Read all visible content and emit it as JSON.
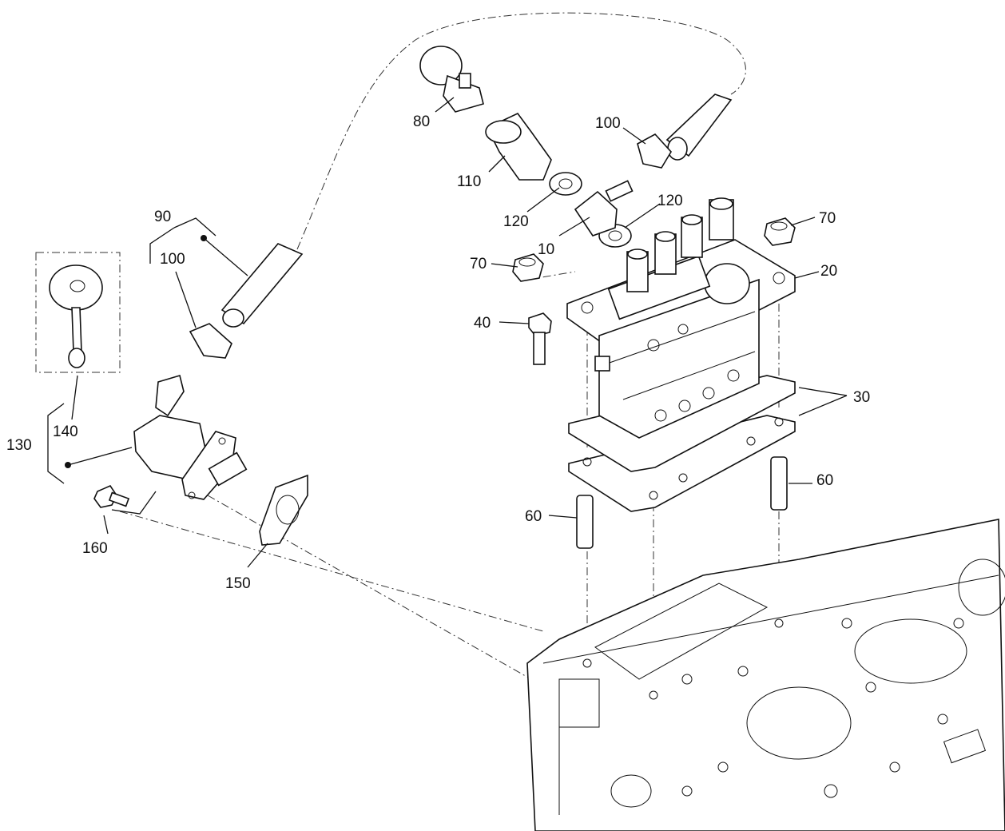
{
  "callouts": {
    "c80": "80",
    "c100_top": "100",
    "c110": "110",
    "c120_left": "120",
    "c120_right": "120",
    "c10": "10",
    "c70_right": "70",
    "c70_left": "70",
    "c20": "20",
    "c40": "40",
    "c30": "30",
    "c60_right": "60",
    "c60_left": "60",
    "c90": "90",
    "c100_left": "100",
    "c140": "140",
    "c130": "130",
    "c160": "160",
    "c150": "150"
  }
}
